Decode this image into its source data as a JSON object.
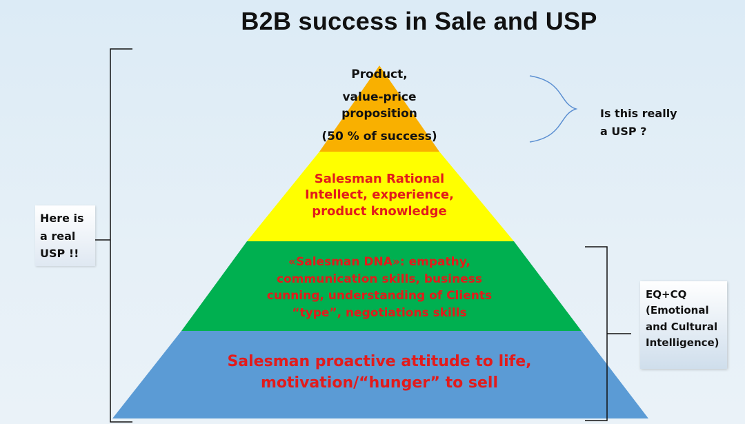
{
  "title": "B2B success in Sale and USP",
  "pyramid": {
    "tiers": [
      {
        "lines": [
          "Product,",
          "value-price",
          "proposition",
          "(50 % of success)"
        ],
        "fill": "#f9b000",
        "text_color": "#111111"
      },
      {
        "lines": [
          "Salesman Rational",
          "Intellect, experience,",
          "product  knowledge"
        ],
        "fill": "#ffff00",
        "text_color": "#e21b1b"
      },
      {
        "lines": [
          "«Salesman DNA»: empathy,",
          "communication skills, business",
          "cunning, understanding of Clients",
          "“type”, negotiations skills"
        ],
        "fill": "#00b050",
        "text_color": "#e21b1b"
      },
      {
        "lines": [
          "Salesman proactive attitude to life,",
          "motivation/“hunger” to sell"
        ],
        "fill": "#5b9bd5",
        "text_color": "#e21b1b"
      }
    ]
  },
  "annotations": {
    "usp_question": [
      "Is this really",
      "a  USP ?"
    ],
    "real_usp": [
      "Here is",
      "a real",
      "USP !!"
    ],
    "eq_cq": [
      "EQ+CQ",
      "(Emotional",
      "and Cultural",
      "Intelligence)"
    ]
  },
  "colors": {
    "brace_top_right": "#5b8fd1",
    "bracket": "#111111"
  }
}
